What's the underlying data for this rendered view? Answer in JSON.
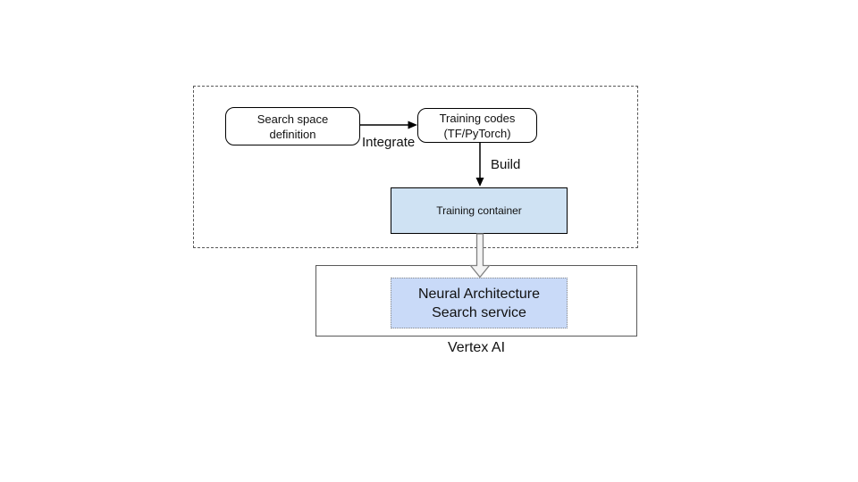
{
  "diagram": {
    "boxes": {
      "search_space": {
        "line1": "Search space",
        "line2": "definition"
      },
      "training_codes": {
        "line1": "Training codes",
        "line2": "(TF/PyTorch)"
      },
      "training_container": {
        "label": "Training container"
      },
      "nas_service": {
        "line1": "Neural Architecture",
        "line2": "Search service"
      }
    },
    "edges": {
      "integrate_label": "Integrate",
      "build_label": "Build"
    },
    "vertex_ai_label": "Vertex AI",
    "colors": {
      "training_container_fill": "#cfe2f3",
      "nas_service_fill": "#c9daf8",
      "box_border": "#000000",
      "container_border": "#595959",
      "arrow_outline": "#808080",
      "background": "#ffffff"
    }
  }
}
